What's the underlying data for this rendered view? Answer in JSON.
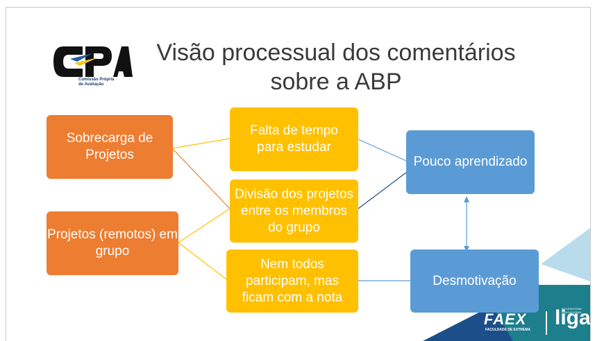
{
  "slide": {
    "title_line1": "Visão processual dos comentários",
    "title_line2": "sobre a ABP"
  },
  "logo": {
    "text": "CPA",
    "subtitle_line1": "Comissão Própria",
    "subtitle_line2": "de Avaliação"
  },
  "diagram": {
    "nodes": {
      "sobrecarga": "Sobrecarga de Projetos",
      "projetos_grupo": "Projetos (remotos) em grupo",
      "falta_tempo": "Falta de tempo para estudar",
      "divisao": "Divisão dos projetos entre os membros do grupo",
      "nem_todos": "Nem todos participam, mas ficam com a nota",
      "pouco_aprendizado": "Pouco aprendizado",
      "desmotivacao": "Desmotivação"
    },
    "colors": {
      "orange": "#ed7d31",
      "yellow": "#ffc000",
      "blue": "#5b9bd5"
    }
  },
  "branding": {
    "faex": "FAEX",
    "faex_sub": "FACULDADE DE EXTREMA",
    "liga": "liga",
    "liga_sub": "ECOSSISTEMA EDUCACIONAL"
  }
}
